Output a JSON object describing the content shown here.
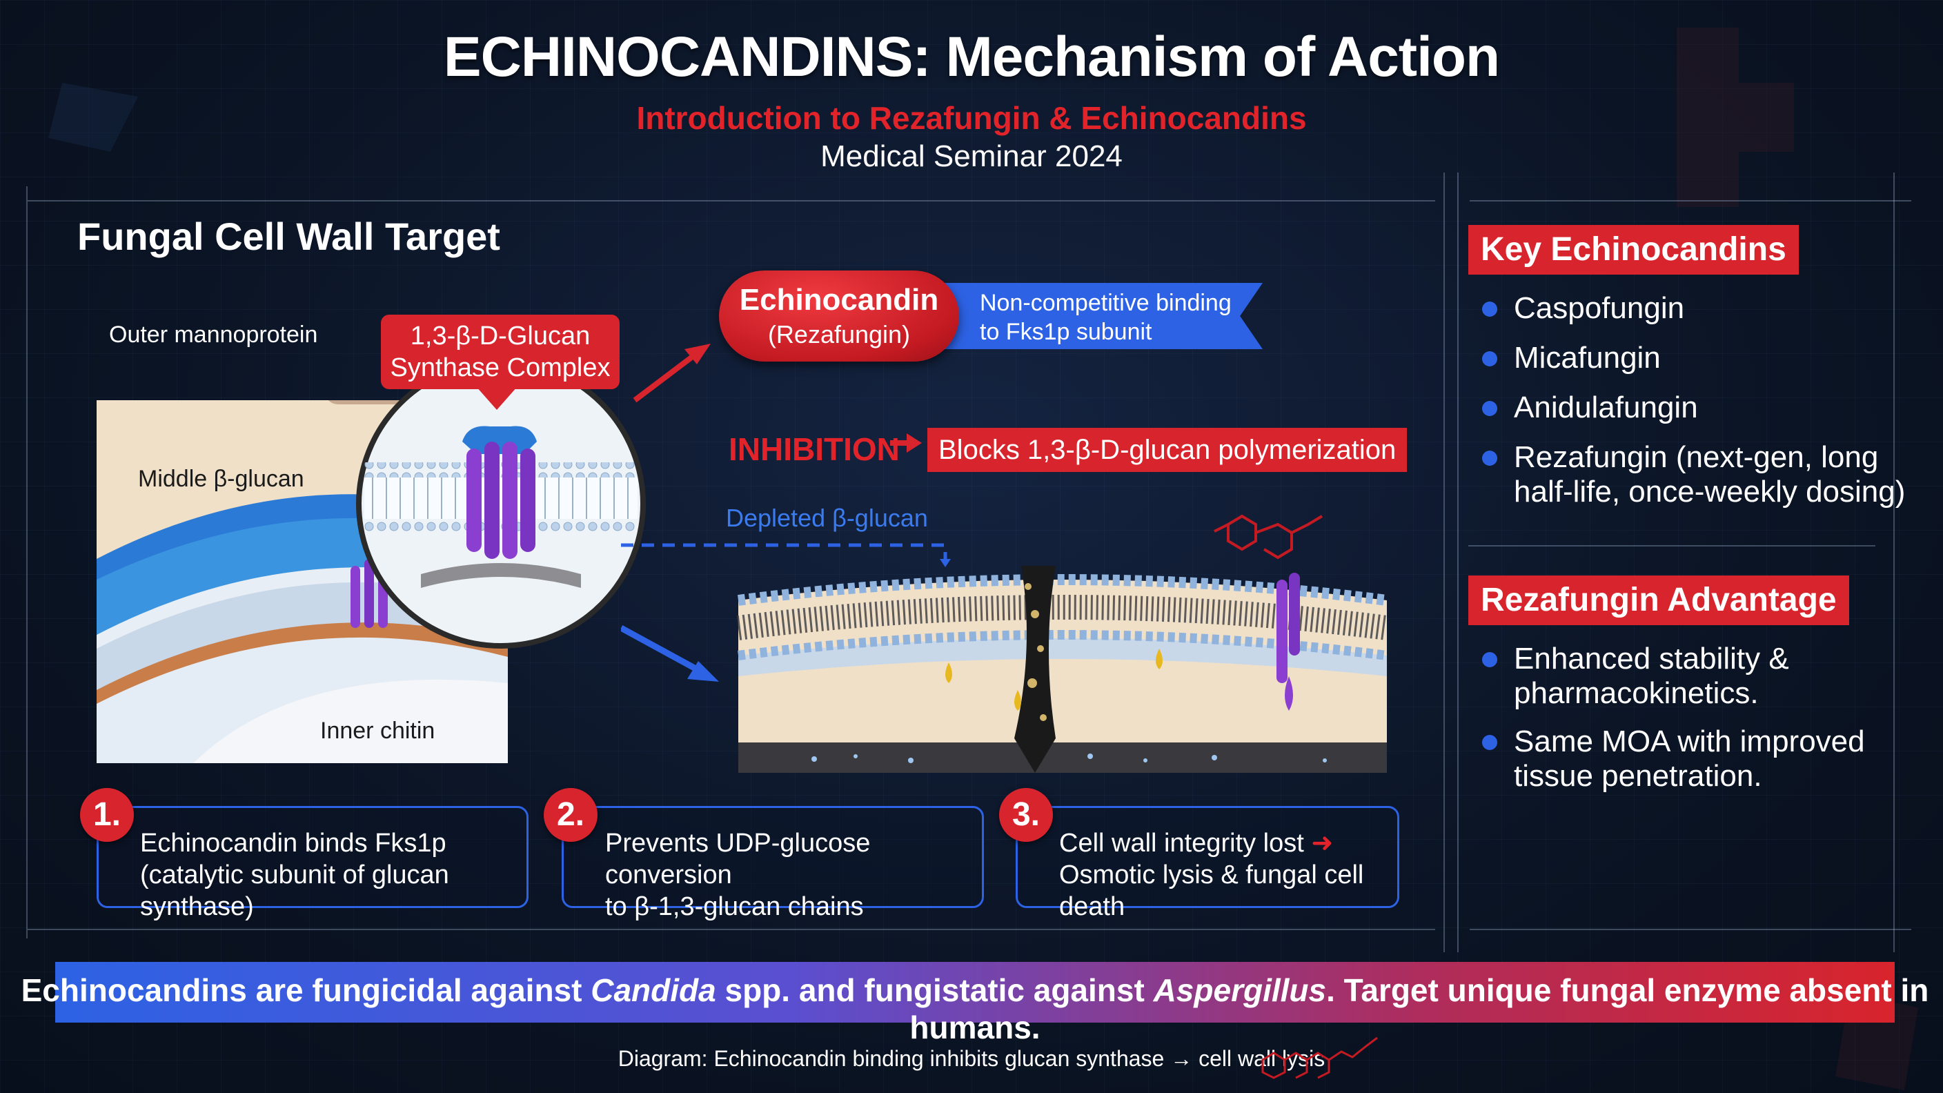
{
  "header": {
    "title": "ECHINOCANDINS: Mechanism of Action",
    "subtitle": "Introduction to Rezafungin & Echinocandins",
    "event": "Medical Seminar 2024"
  },
  "left_panel": {
    "section_title": "Fungal Cell Wall Target",
    "labels": {
      "outer": "Outer mannoprotein",
      "middle": "Middle β-glucan",
      "inner": "Inner chitin"
    },
    "callout_line1": "1,3-β-D-Glucan",
    "callout_line2": "Synthase Complex"
  },
  "mechanism": {
    "drug_line1": "Echinocandin",
    "drug_line2": "(Rezafungin)",
    "binding_line1": "Non-competitive binding",
    "binding_line2": "to Fks1p subunit",
    "inhibition_label": "INHIBITION",
    "inhibition_text": "Blocks 1,3-β-D-glucan polymerization",
    "depleted_label": "Depleted β-glucan"
  },
  "steps": [
    {
      "number": "1.",
      "line1": "Echinocandin binds Fks1p",
      "line2": "(catalytic subunit of glucan synthase)"
    },
    {
      "number": "2.",
      "line1": "Prevents UDP-glucose conversion",
      "line2": "to β-1,3-glucan chains"
    },
    {
      "number": "3.",
      "line1": "Cell wall integrity lost",
      "line2": "Osmotic lysis & fungal cell death"
    }
  ],
  "right_panel": {
    "key_title": "Key Echinocandins",
    "key_items": [
      "Caspofungin",
      "Micafungin",
      "Anidulafungin",
      "Rezafungin (next-gen, long",
      "half-life, once-weekly dosing)"
    ],
    "adv_title": "Rezafungin Advantage",
    "adv_items": [
      "Enhanced stability &",
      "pharmacokinetics.",
      "Same MOA with improved",
      "tissue penetration."
    ]
  },
  "footer": {
    "statement_part1": "Echinocandins are fungicidal against ",
    "statement_candida": "Candida",
    "statement_part2": " spp. and fungistatic against ",
    "statement_aspergillus": "Aspergillus",
    "statement_part3": ". Target unique fungal enzyme absent in humans.",
    "caption": "Diagram: Echinocandin binding inhibits glucan synthase → cell wall lysis"
  },
  "colors": {
    "accent_red": "#d8242c",
    "accent_blue": "#2d62e4",
    "background": "#0c1628",
    "protein_purple": "#8a3fd0"
  }
}
